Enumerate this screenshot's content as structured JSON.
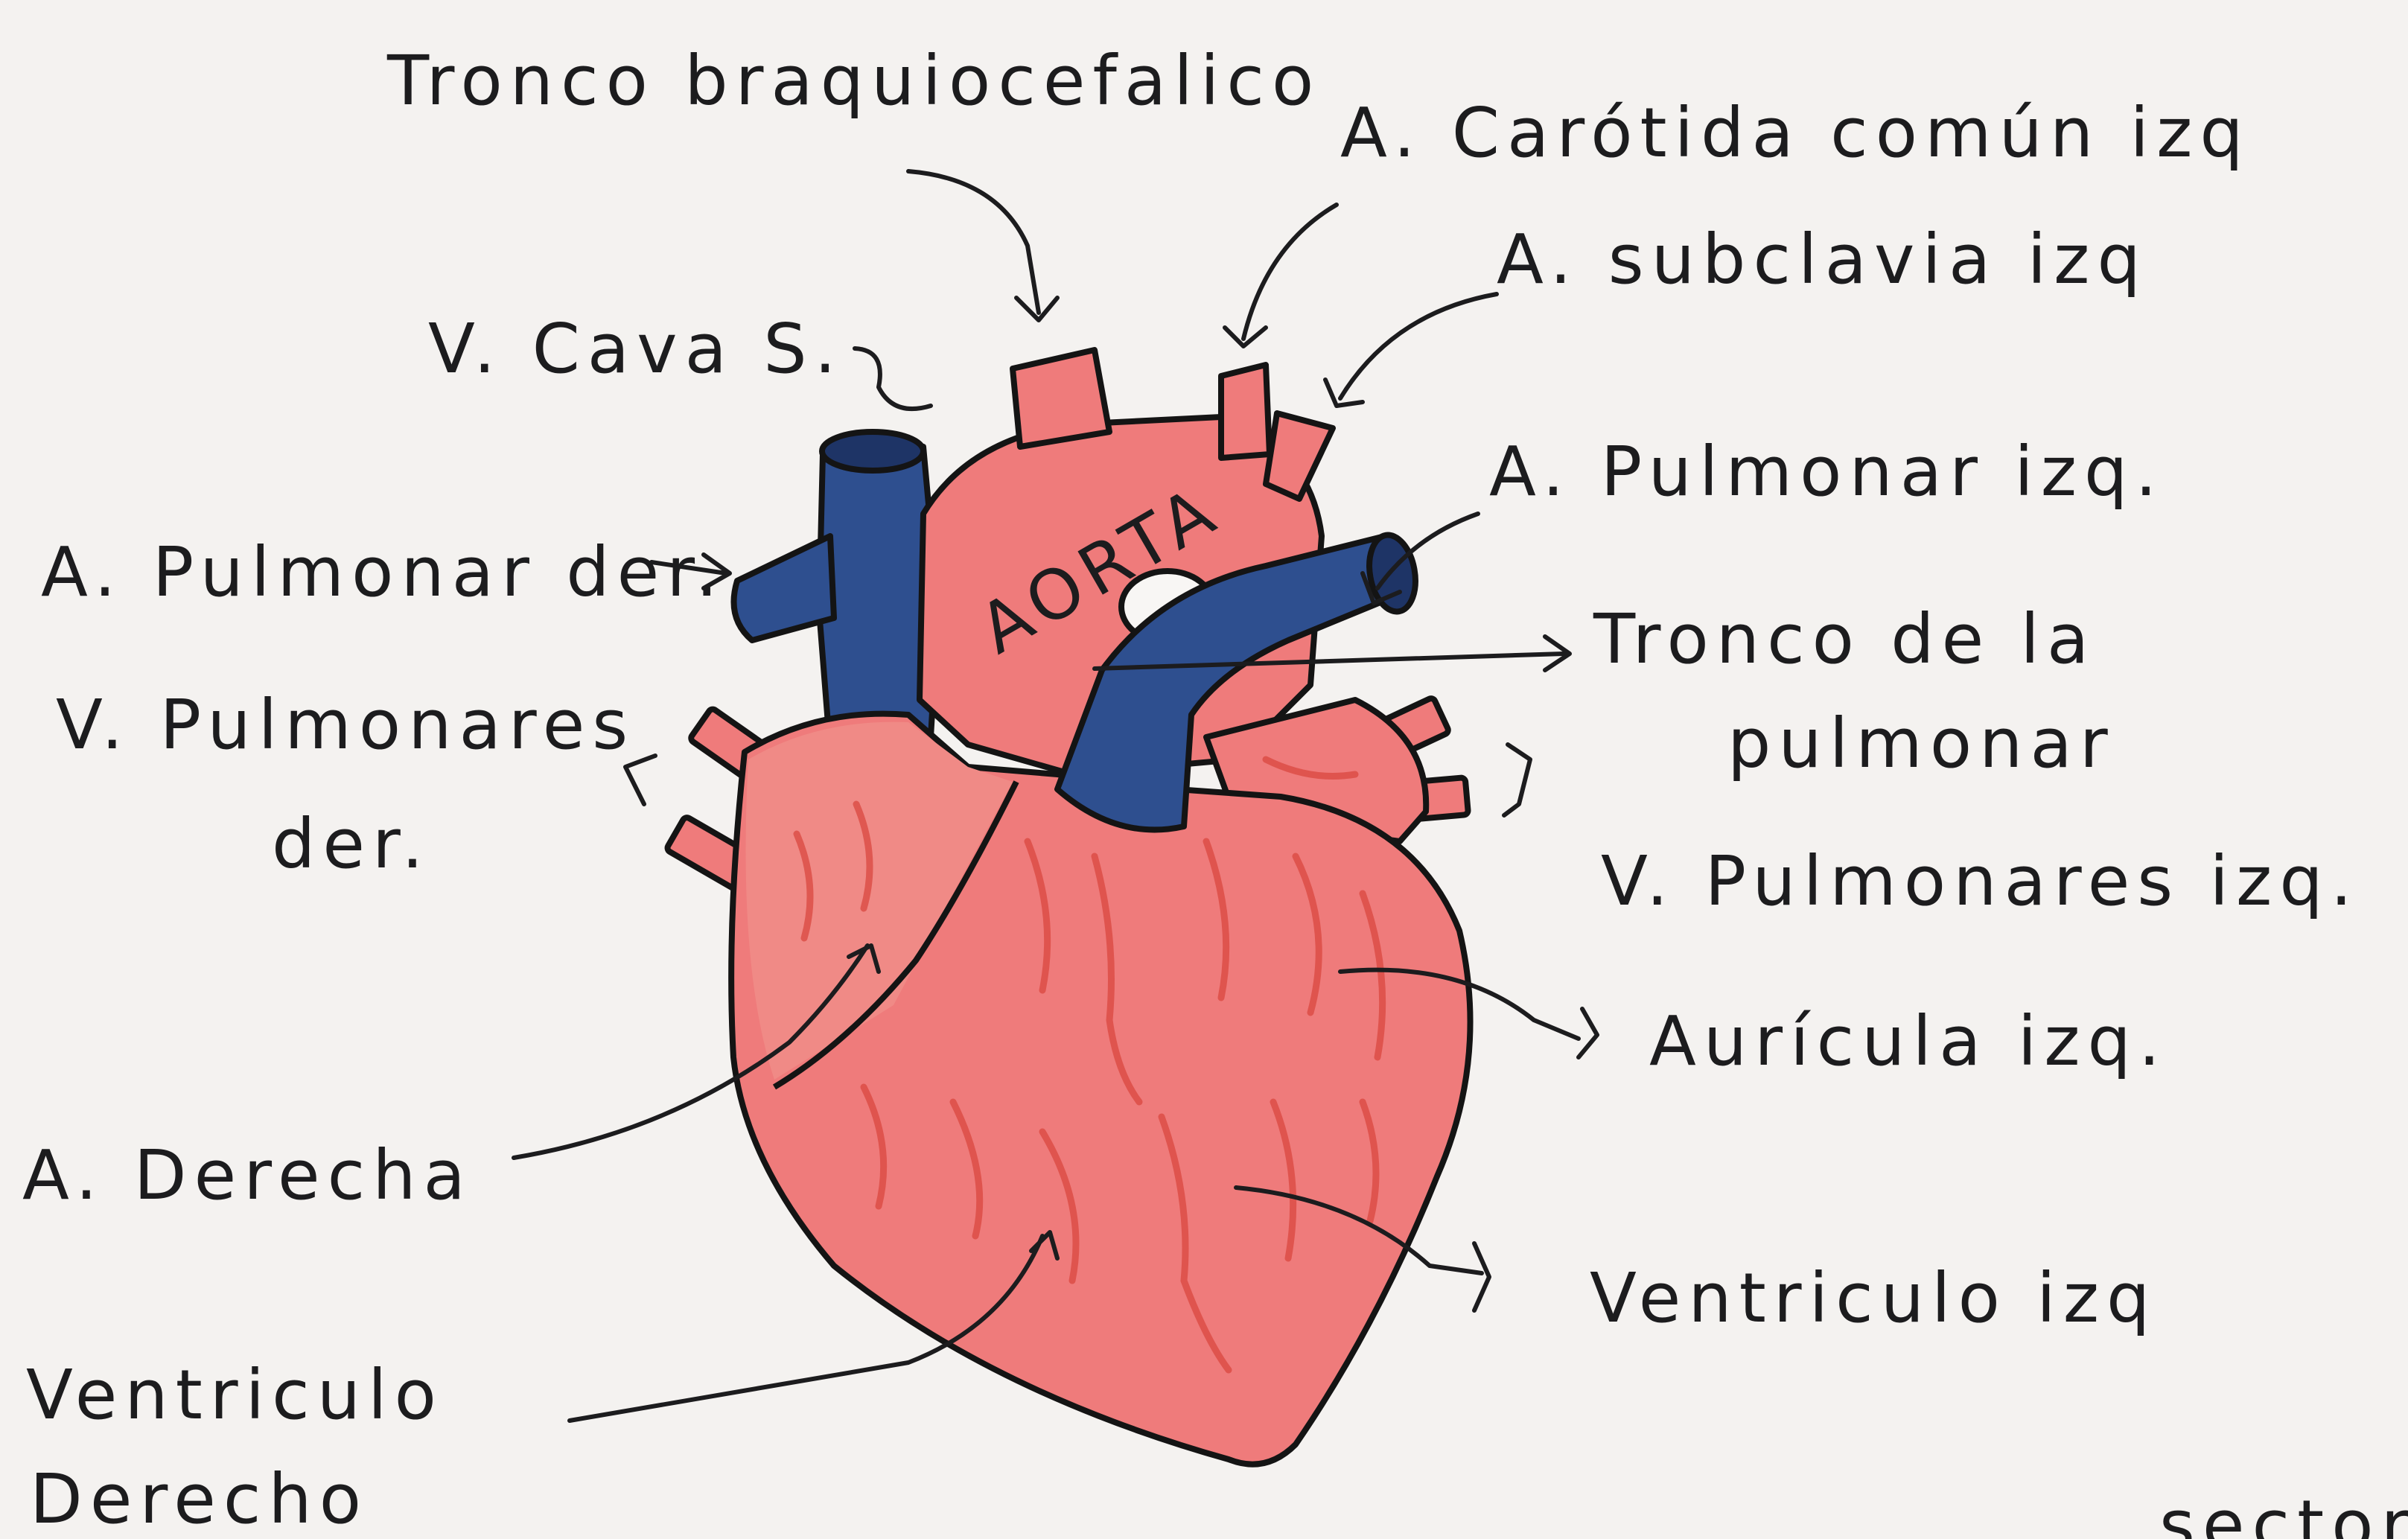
{
  "colors": {
    "paper": "#f4f2f0",
    "ink": "#1c1c1e",
    "artery_red": "#ef7b7b",
    "artery_red_dark": "#e35a55",
    "vein_blue": "#2e4f8f",
    "vein_blue_dark": "#1e3466"
  },
  "labels": {
    "tronco_braquiocefalico": "Tronco braquiocefalico",
    "carotida": "A. Carótida común izq",
    "subclavia": "A. subclavia izq",
    "vena_cava": "V. Cava S.",
    "pulmonar_izq": "A. Pulmonar izq.",
    "pulmonar_der": "A. Pulmonar der.",
    "aorta": "AORTA",
    "tronco_pulmonar_1": "Tronco de la",
    "tronco_pulmonar_2": "pulmonar",
    "v_pulmonares_der_1": "V. Pulmonares",
    "v_pulmonares_der_2": "der.",
    "v_pulmonares_izq": "V. Pulmonares izq.",
    "auricula_izq": "Aurícula izq.",
    "auricula_der": "A. Derecha",
    "ventriculo_izq": "Ventriculo izq",
    "ventriculo_der_1": "Ventriculo",
    "ventriculo_der_2": "Derecho",
    "corner_partial": "sector"
  }
}
